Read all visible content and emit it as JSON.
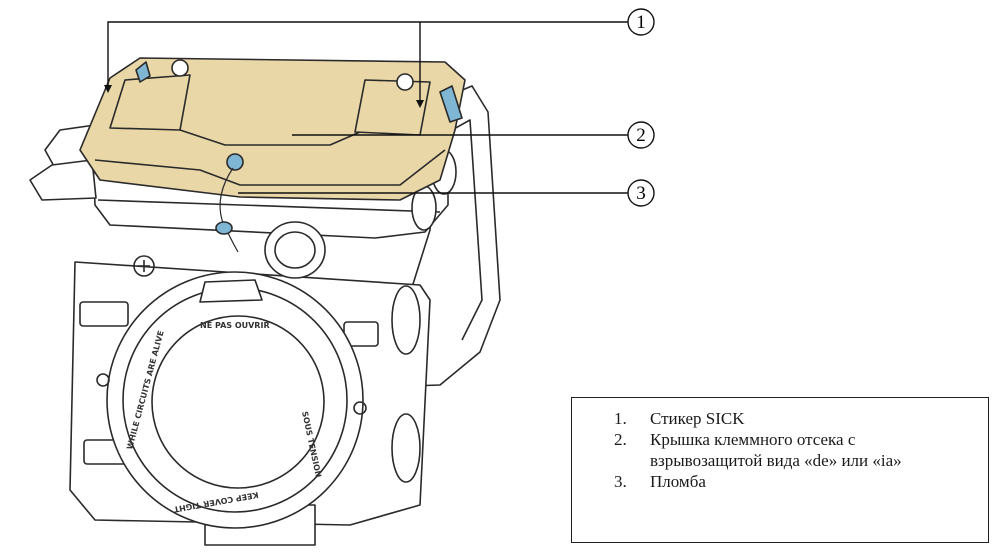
{
  "callouts": [
    {
      "number": "1"
    },
    {
      "number": "2"
    },
    {
      "number": "3"
    }
  ],
  "legend": {
    "items": [
      {
        "number": "1.",
        "text": "Стикер  SICK"
      },
      {
        "number": "2.",
        "text": "Крышка клеммного отсека с\nвзрывозащитой вида «de» или «ia»"
      },
      {
        "number": "3.",
        "text": "Пломба"
      }
    ]
  },
  "device": {
    "ring_labels": [
      "NE PAS OUVRIR",
      "SOUS TENSION",
      "KEEP COVER TIGHT",
      "WHILE CIRCUITS ARE ALIVE"
    ]
  },
  "colors": {
    "cover_fill": "#ead7a8",
    "sticker_fill": "#7fb6d3",
    "outline": "#2a2a2a",
    "seal_fill": "#7fb6d3"
  }
}
